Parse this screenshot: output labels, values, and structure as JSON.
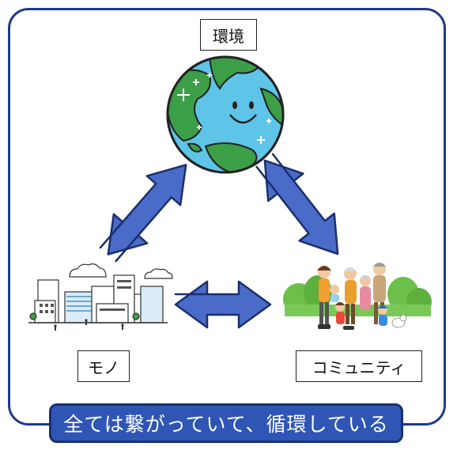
{
  "labels": {
    "environment": "環境",
    "things": "モノ",
    "community": "コミュニティ"
  },
  "banner": {
    "text": "全ては繋がっていて、循環している"
  },
  "colors": {
    "frame": "#1f3a8a",
    "banner_bg": "#2f56b5",
    "arrow": "#4a6cc8",
    "ocean": "#5ec4e8",
    "land": "#3d9e48"
  },
  "icons": {
    "environment": "earth-smiling-icon",
    "things": "city-buildings-icon",
    "community": "family-group-icon"
  }
}
